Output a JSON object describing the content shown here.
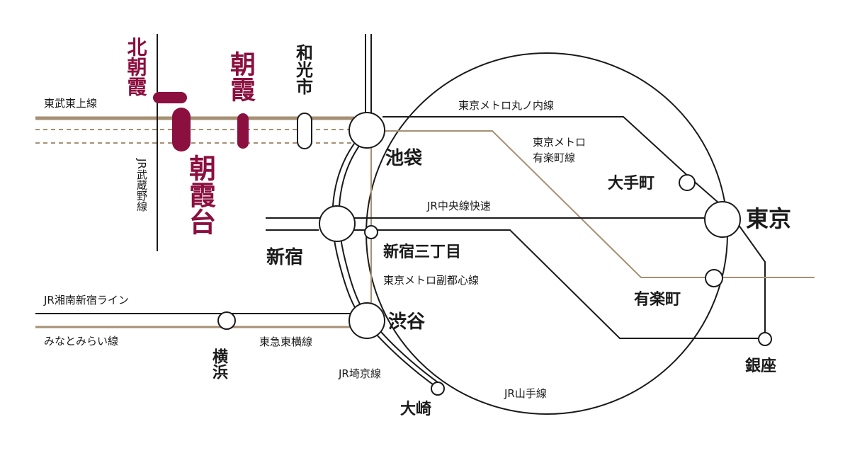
{
  "colors": {
    "accent": "#8b0f3f",
    "line": "#1a1a1a",
    "tobu": "#a69073"
  },
  "stations": {
    "kita_asaka": "北朝霞",
    "asaka": "朝霞",
    "asakadai": "朝霞台",
    "wakoshi": "和光市",
    "ikebukuro": "池袋",
    "shinjuku": "新宿",
    "shinjuku_sanchome": "新宿三丁目",
    "shibuya": "渋谷",
    "yokohama": "横浜",
    "osaki": "大崎",
    "tokyo": "東京",
    "otemachi": "大手町",
    "yurakucho": "有楽町",
    "ginza": "銀座"
  },
  "lines": {
    "tobu_tojo": "東武東上線",
    "jr_musashino": "JR武蔵野線",
    "marunouchi": "東京メトロ丸ノ内線",
    "yurakucho_line_1": "東京メトロ",
    "yurakucho_line_2": "有楽町線",
    "chuo_rapid": "JR中央線快速",
    "fukutoshin": "東京メトロ副都心線",
    "shonan_shinjuku": "JR湘南新宿ライン",
    "minatomirai": "みなとみらい線",
    "toyoko": "東急東横線",
    "saikyo": "JR埼京線",
    "yamanote": "JR山手線"
  }
}
